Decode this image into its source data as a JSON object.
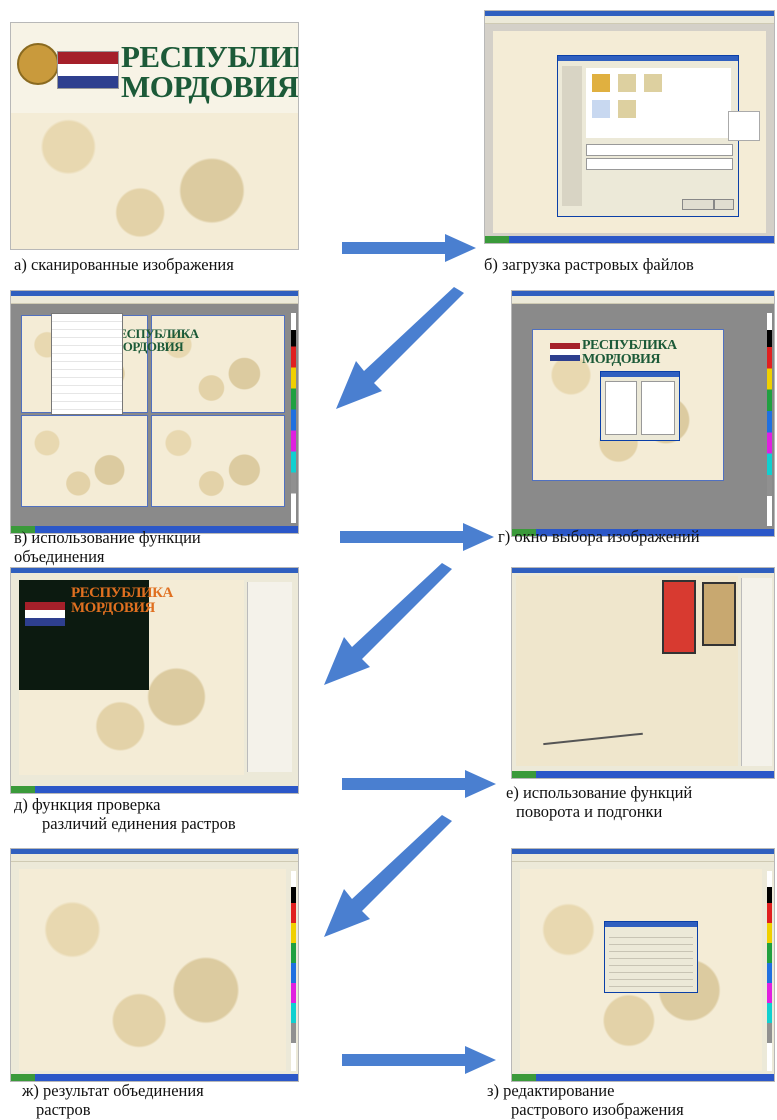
{
  "figure": {
    "map_title_line1": "РЕСПУБЛИКА",
    "map_title_line2": "МОРДОВИЯ",
    "panels": [
      {
        "id": "a",
        "caption_lines": [
          "а) сканированные изображения"
        ]
      },
      {
        "id": "b",
        "caption_lines": [
          "б) загрузка растровых файлов"
        ]
      },
      {
        "id": "v",
        "caption_lines": [
          "в) использование функции",
          "объединения"
        ]
      },
      {
        "id": "g",
        "caption_lines": [
          "г) окно выбора изображений"
        ]
      },
      {
        "id": "d",
        "caption_lines": [
          "д) функция проверка",
          "различий единения растров"
        ]
      },
      {
        "id": "e",
        "caption_lines": [
          "е) использование функций",
          "поворота и подгонки"
        ]
      },
      {
        "id": "zh",
        "caption_lines": [
          "ж) результат объединения",
          "растров"
        ]
      },
      {
        "id": "z",
        "caption_lines": [
          "з) редактирование",
          "растрового изображения"
        ]
      }
    ]
  },
  "colors": {
    "arrow": "#4a7fd0",
    "window_title": "#2f5fbf",
    "map_title": "#1c5a38",
    "flag_red": "#a5202a"
  },
  "icons": [
    "arrow-right-icon",
    "arrow-down-left-icon",
    "flag-icon",
    "emblem-icon"
  ]
}
